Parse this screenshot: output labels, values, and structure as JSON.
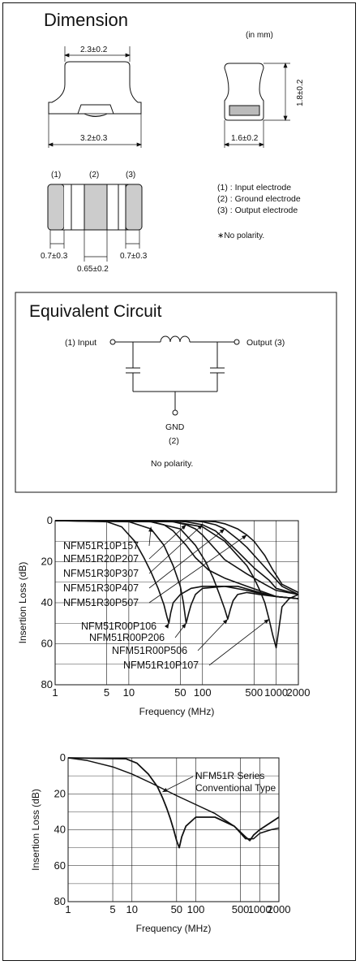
{
  "dimension": {
    "title": "Dimension",
    "unit_note": "(in mm)",
    "top_width": "2.3±0.2",
    "bottom_width": "3.2±0.3",
    "height": "1.8±0.2",
    "side_width": "1.6±0.2",
    "terminal_labels": [
      "(1)",
      "(2)",
      "(3)"
    ],
    "left_band": "0.7±0.3",
    "center_band": "0.65±0.2",
    "right_band": "0.7±0.3",
    "legend": [
      "(1) : Input electrode",
      "(2) : Ground electrode",
      "(3) : Output electrode"
    ],
    "polarity_note": "∗No polarity."
  },
  "circuit": {
    "title": "Equivalent Circuit",
    "input_label": "(1)  Input",
    "output_label": "Output  (3)",
    "gnd_label": "GND",
    "gnd_number": "(2)",
    "note": "No polarity."
  },
  "chart_data": [
    {
      "type": "line",
      "xlabel": "Frequency (MHz)",
      "ylabel": "Insertion Loss (dB)",
      "x_scale": "log",
      "xlim": [
        1,
        2000
      ],
      "ylim": [
        0,
        80
      ],
      "y_inverted": true,
      "x_ticks": [
        "1",
        "5",
        "10",
        "50",
        "100",
        "500",
        "1000",
        "2000"
      ],
      "x_tick_values": [
        1,
        5,
        10,
        50,
        100,
        500,
        1000,
        2000
      ],
      "y_ticks": [
        "0",
        "20",
        "40",
        "60",
        "80"
      ],
      "y_tick_values": [
        0,
        20,
        40,
        60,
        80
      ],
      "grid": true,
      "series": [
        {
          "name": "NFM51R10P157",
          "x": [
            1,
            10,
            20,
            30,
            40,
            60,
            80,
            120,
            200,
            400,
            700,
            1000,
            2000
          ],
          "y": [
            0,
            0,
            0.5,
            2,
            5,
            12,
            18,
            24,
            28,
            32,
            35,
            37,
            38
          ]
        },
        {
          "name": "NFM51R20P207",
          "x": [
            1,
            20,
            40,
            60,
            80,
            100,
            150,
            200,
            400,
            700,
            1000,
            2000
          ],
          "y": [
            0,
            0,
            0.5,
            2,
            4,
            7,
            14,
            19,
            26,
            31,
            34,
            36
          ]
        },
        {
          "name": "NFM51R30P307",
          "x": [
            1,
            30,
            60,
            100,
            150,
            200,
            300,
            500,
            800,
            1000,
            2000
          ],
          "y": [
            0,
            0,
            0.5,
            2,
            5,
            9,
            15,
            23,
            29,
            33,
            36
          ]
        },
        {
          "name": "NFM51R30P407",
          "x": [
            1,
            60,
            100,
            150,
            200,
            300,
            400,
            600,
            900,
            1200,
            2000
          ],
          "y": [
            0,
            0,
            0.5,
            2,
            4,
            9,
            13,
            20,
            27,
            32,
            36
          ]
        },
        {
          "name": "NFM51R30P507",
          "x": [
            1,
            80,
            150,
            200,
            300,
            400,
            500,
            700,
            900,
            1200,
            2000
          ],
          "y": [
            0,
            0,
            0.5,
            1.5,
            4,
            7,
            10,
            17,
            24,
            31,
            35
          ]
        },
        {
          "name": "NFM51R00P106",
          "x": [
            1,
            5,
            8,
            12,
            16,
            20,
            25,
            30,
            33,
            35,
            37,
            40,
            50,
            70,
            100,
            150,
            300,
            600,
            1000,
            2000
          ],
          "y": [
            0,
            0.5,
            3,
            10,
            18,
            25,
            33,
            41,
            47,
            50,
            45,
            40,
            36,
            33,
            32,
            32,
            32,
            35,
            37,
            38
          ]
        },
        {
          "name": "NFM51R00P206",
          "x": [
            1,
            10,
            20,
            30,
            40,
            50,
            55,
            60,
            65,
            70,
            80,
            100,
            200,
            400,
            700,
            1000,
            2000
          ],
          "y": [
            0,
            0.5,
            4,
            12,
            22,
            32,
            40,
            50,
            45,
            41,
            36,
            33,
            32,
            34,
            36,
            37,
            38
          ]
        },
        {
          "name": "NFM51R00P506",
          "x": [
            1,
            20,
            50,
            80,
            110,
            140,
            170,
            200,
            220,
            240,
            260,
            300,
            400,
            600,
            1000,
            2000
          ],
          "y": [
            0,
            0.5,
            4,
            12,
            20,
            28,
            36,
            43,
            48,
            43,
            39,
            36,
            35,
            36,
            37,
            38
          ]
        },
        {
          "name": "NFM51R10P107",
          "x": [
            1,
            40,
            100,
            200,
            300,
            400,
            500,
            600,
            700,
            800,
            900,
            1000,
            1200,
            1500,
            2000
          ],
          "y": [
            0,
            0.5,
            3,
            10,
            17,
            22,
            28,
            34,
            40,
            48,
            56,
            62,
            42,
            38,
            36
          ]
        }
      ]
    },
    {
      "type": "line",
      "xlabel": "Frequency (MHz)",
      "ylabel": "Insertion Loss (dB)",
      "x_scale": "log",
      "xlim": [
        1,
        2000
      ],
      "ylim": [
        0,
        80
      ],
      "y_inverted": true,
      "x_ticks": [
        "1",
        "5",
        "10",
        "50",
        "100",
        "500",
        "1000",
        "2000"
      ],
      "x_tick_values": [
        1,
        5,
        10,
        50,
        100,
        500,
        1000,
        2000
      ],
      "y_ticks": [
        "0",
        "20",
        "40",
        "60",
        "80"
      ],
      "y_tick_values": [
        0,
        20,
        40,
        60,
        80
      ],
      "grid": true,
      "series": [
        {
          "name": "NFM51R Series",
          "x": [
            1,
            8,
            12,
            18,
            25,
            30,
            35,
            40,
            45,
            50,
            55,
            60,
            70,
            100,
            200,
            400,
            600,
            700,
            800,
            1000,
            2000
          ],
          "y": [
            0,
            0.5,
            3,
            9,
            16,
            22,
            28,
            34,
            40,
            46,
            50,
            44,
            38,
            33,
            33,
            38,
            44,
            46,
            43,
            40,
            33
          ]
        },
        {
          "name": "Conventional Type",
          "x": [
            1,
            2,
            5,
            10,
            20,
            50,
            100,
            200,
            400,
            600,
            800,
            1000,
            1500,
            2000
          ],
          "y": [
            0,
            1.5,
            5,
            9,
            14,
            21,
            26,
            31,
            38,
            45,
            45,
            42,
            40,
            39
          ]
        }
      ]
    }
  ]
}
